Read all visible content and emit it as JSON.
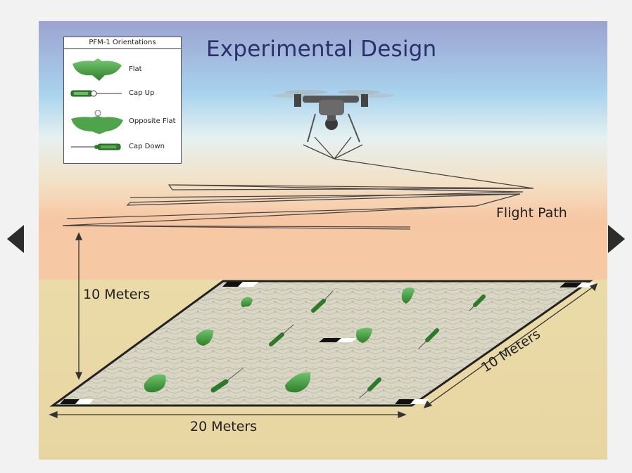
{
  "slide": {
    "title": "Experimental Design",
    "legend": {
      "title": "PFM-1 Orientations",
      "items": [
        {
          "label": "Flat",
          "icon": "pfm1-flat-icon"
        },
        {
          "label": "Cap Up",
          "icon": "pfm1-cap-up-icon"
        },
        {
          "label": "Opposite Flat",
          "icon": "pfm1-opposite-flat-icon"
        },
        {
          "label": "Cap Down",
          "icon": "pfm1-cap-down-icon"
        }
      ]
    },
    "labels": {
      "flight_path": "Flight Path",
      "height": "10 Meters",
      "width": "20 Meters",
      "depth": "10 Meters"
    },
    "colors": {
      "title": "#2b2f6b",
      "mine_green": "#3f9a3a",
      "ground": "#e8d9a8",
      "sky_top": "#9aa6d1"
    }
  },
  "navigation": {
    "prev_icon": "chevron-left-icon",
    "next_icon": "chevron-right-icon"
  }
}
